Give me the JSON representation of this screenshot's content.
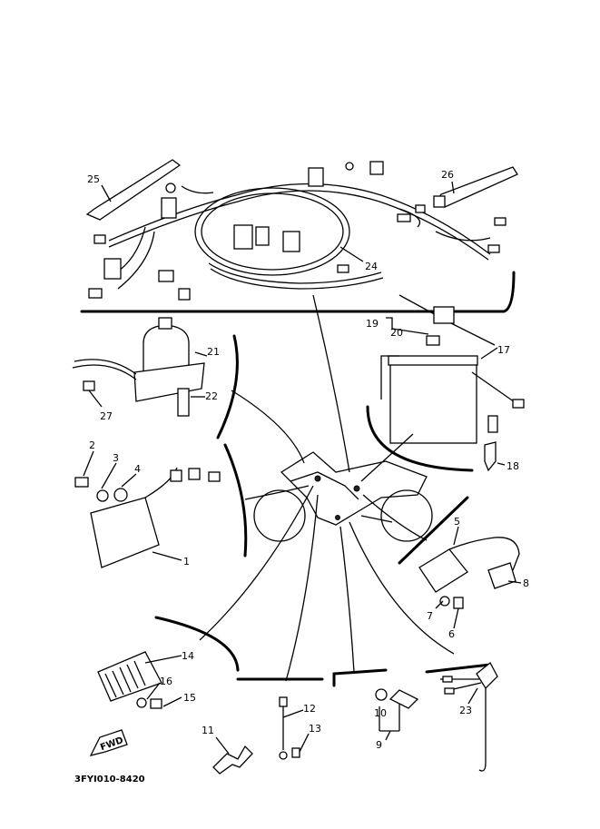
{
  "diagram": {
    "drawing_code": "3FYI010-8420",
    "fwd_label": "FWD",
    "callouts": {
      "p1": "1",
      "p2": "2",
      "p3": "3",
      "p4": "4",
      "p5": "5",
      "p6": "6",
      "p7": "7",
      "p8": "8",
      "p9": "9",
      "p10": "10",
      "p11": "11",
      "p12": "12",
      "p13": "13",
      "p14": "14",
      "p15": "15",
      "p16": "16",
      "p17": "17",
      "p18": "18",
      "p19": "19",
      "p20": "20",
      "p21": "21",
      "p22": "22",
      "p23": "23",
      "p24": "24",
      "p25": "25",
      "p26": "26",
      "p27": "27"
    }
  }
}
